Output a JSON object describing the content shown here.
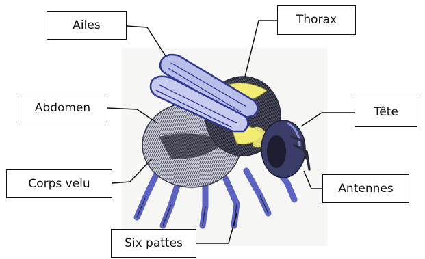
{
  "labels": {
    "wings": "Ailes",
    "thorax": "Thorax",
    "abdomen": "Abdomen",
    "head": "Tête",
    "hairy_body": "Corps velu",
    "antennae": "Antennes",
    "six_legs": "Six pattes"
  },
  "colors": {
    "wing_fill": "#b9bfe8",
    "wing_stroke": "#2d3596",
    "body_grey": "#c9ccd6",
    "body_dark": "#2b2c3a",
    "yellow": "#f2ec73",
    "leg_blue": "#5b63c4",
    "leader_line": "#111111"
  }
}
